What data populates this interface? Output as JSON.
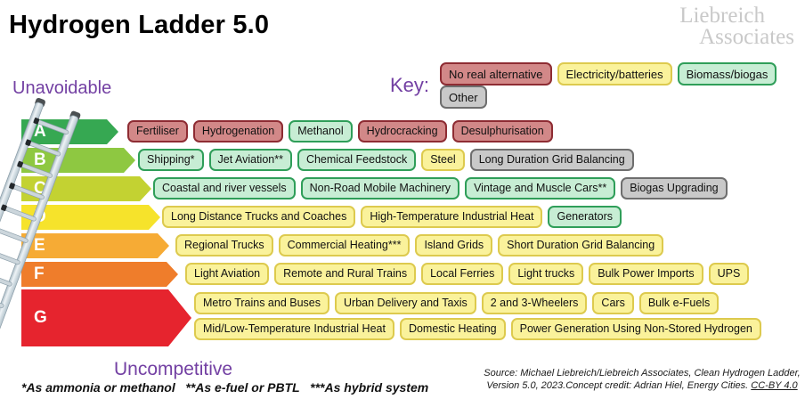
{
  "title": "Hydrogen Ladder 5.0",
  "logo": {
    "line1": "Liebreich",
    "line2": "Associates"
  },
  "axis": {
    "top": "Unavoidable",
    "bottom": "Uncompetitive"
  },
  "key": {
    "label": "Key:",
    "items": [
      {
        "label": "No real alternative",
        "type": "red"
      },
      {
        "label": "Electricity/batteries",
        "type": "yellow"
      },
      {
        "label": "Biomass/biogas",
        "type": "green"
      },
      {
        "label": "Other",
        "type": "gray"
      }
    ]
  },
  "colors": {
    "red_bg": "#d28888",
    "red_border": "#8e2c33",
    "yellow_bg": "#faf29b",
    "yellow_border": "#ddca4e",
    "green_bg": "#c7edd4",
    "green_border": "#2f9e59",
    "gray_bg": "#c9c9c9",
    "gray_border": "#6e6e6e",
    "purple": "#7340a3"
  },
  "rows": [
    {
      "letter": "A",
      "color": "#36a852",
      "lines": [
        [
          {
            "label": "Fertiliser",
            "type": "red"
          },
          {
            "label": "Hydrogenation",
            "type": "red"
          },
          {
            "label": "Methanol",
            "type": "green"
          },
          {
            "label": "Hydrocracking",
            "type": "red"
          },
          {
            "label": "Desulphurisation",
            "type": "red"
          }
        ]
      ]
    },
    {
      "letter": "B",
      "color": "#8ec841",
      "lines": [
        [
          {
            "label": "Shipping*",
            "type": "green"
          },
          {
            "label": "Jet Aviation**",
            "type": "green"
          },
          {
            "label": "Chemical Feedstock",
            "type": "green"
          },
          {
            "label": "Steel",
            "type": "yellow"
          },
          {
            "label": "Long Duration Grid Balancing",
            "type": "gray"
          }
        ]
      ]
    },
    {
      "letter": "C",
      "color": "#c3d232",
      "lines": [
        [
          {
            "label": "Coastal and river vessels",
            "type": "green"
          },
          {
            "label": "Non-Road Mobile Machinery",
            "type": "green"
          },
          {
            "label": "Vintage and Muscle Cars**",
            "type": "green"
          },
          {
            "label": "Biogas Upgrading",
            "type": "gray"
          }
        ]
      ]
    },
    {
      "letter": "D",
      "color": "#f6e32b",
      "lines": [
        [
          {
            "label": "Long Distance Trucks and Coaches",
            "type": "yellow"
          },
          {
            "label": "High-Temperature Industrial Heat",
            "type": "yellow"
          },
          {
            "label": "Generators",
            "type": "green"
          }
        ]
      ]
    },
    {
      "letter": "E",
      "color": "#f6ab35",
      "lines": [
        [
          {
            "label": "Regional Trucks",
            "type": "yellow"
          },
          {
            "label": "Commercial Heating***",
            "type": "yellow"
          },
          {
            "label": "Island Grids",
            "type": "yellow"
          },
          {
            "label": "Short Duration Grid Balancing",
            "type": "yellow"
          }
        ]
      ]
    },
    {
      "letter": "F",
      "color": "#ef7d2b",
      "lines": [
        [
          {
            "label": "Light Aviation",
            "type": "yellow"
          },
          {
            "label": "Remote and Rural Trains",
            "type": "yellow"
          },
          {
            "label": "Local Ferries",
            "type": "yellow"
          },
          {
            "label": "Light trucks",
            "type": "yellow"
          },
          {
            "label": "Bulk Power Imports",
            "type": "yellow"
          },
          {
            "label": "UPS",
            "type": "yellow"
          }
        ]
      ]
    },
    {
      "letter": "G",
      "color": "#e6242e",
      "lines": [
        [
          {
            "label": "Metro Trains and Buses",
            "type": "yellow"
          },
          {
            "label": "Urban Delivery and Taxis",
            "type": "yellow"
          },
          {
            "label": "2 and 3-Wheelers",
            "type": "yellow"
          },
          {
            "label": "Cars",
            "type": "yellow"
          },
          {
            "label": "Bulk e-Fuels",
            "type": "yellow"
          }
        ],
        [
          {
            "label": "Mid/Low-Temperature Industrial Heat",
            "type": "yellow"
          },
          {
            "label": "Domestic Heating",
            "type": "yellow"
          },
          {
            "label": "Power Generation Using Non-Stored Hydrogen",
            "type": "yellow"
          }
        ]
      ]
    }
  ],
  "footnotes": "*As ammonia or methanol   **As e-fuel or PBTL   ***As hybrid system",
  "source": {
    "line1": "Source: Michael Liebreich/Liebreich Associates, Clean Hydrogen Ladder,",
    "line2_prefix": "Version 5.0, 2023.Concept credit: Adrian Hiel, Energy Cities. ",
    "link": "CC-BY 4.0"
  }
}
